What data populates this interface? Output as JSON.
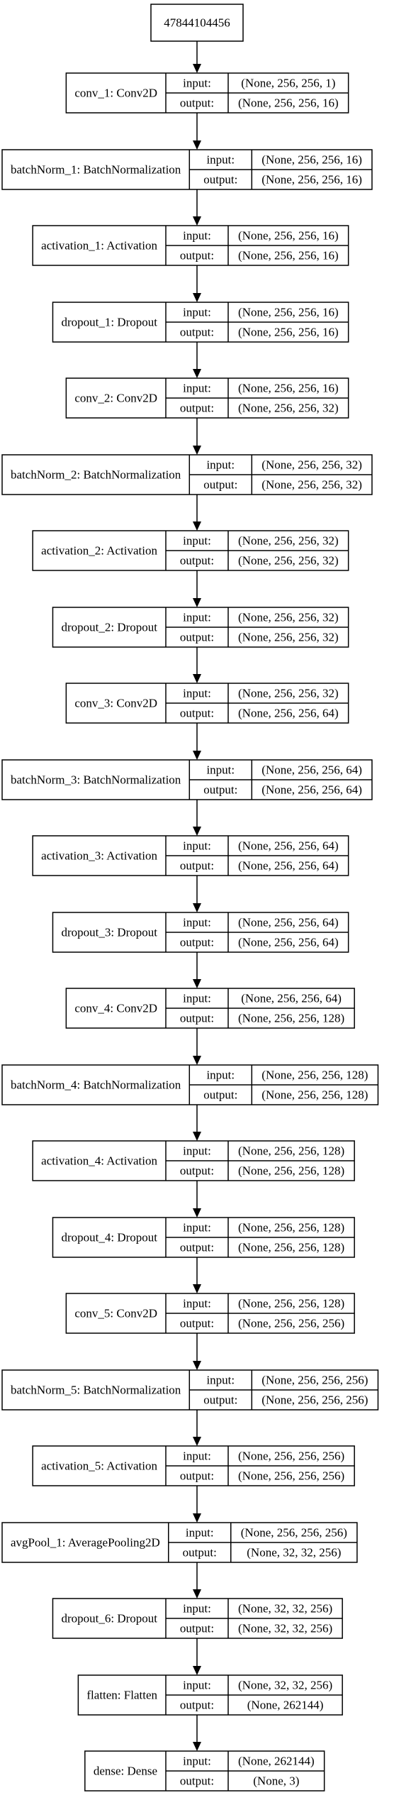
{
  "diagram": {
    "root": "47844104456",
    "port_labels": {
      "input": "input:",
      "output": "output:"
    },
    "layers": [
      {
        "label": "conv_1: Conv2D",
        "input": "(None, 256, 256, 1)",
        "output": "(None, 256, 256, 16)"
      },
      {
        "label": "batchNorm_1: BatchNormalization",
        "input": "(None, 256, 256, 16)",
        "output": "(None, 256, 256, 16)"
      },
      {
        "label": "activation_1: Activation",
        "input": "(None, 256, 256, 16)",
        "output": "(None, 256, 256, 16)"
      },
      {
        "label": "dropout_1: Dropout",
        "input": "(None, 256, 256, 16)",
        "output": "(None, 256, 256, 16)"
      },
      {
        "label": "conv_2: Conv2D",
        "input": "(None, 256, 256, 16)",
        "output": "(None, 256, 256, 32)"
      },
      {
        "label": "batchNorm_2: BatchNormalization",
        "input": "(None, 256, 256, 32)",
        "output": "(None, 256, 256, 32)"
      },
      {
        "label": "activation_2: Activation",
        "input": "(None, 256, 256, 32)",
        "output": "(None, 256, 256, 32)"
      },
      {
        "label": "dropout_2: Dropout",
        "input": "(None, 256, 256, 32)",
        "output": "(None, 256, 256, 32)"
      },
      {
        "label": "conv_3: Conv2D",
        "input": "(None, 256, 256, 32)",
        "output": "(None, 256, 256, 64)"
      },
      {
        "label": "batchNorm_3: BatchNormalization",
        "input": "(None, 256, 256, 64)",
        "output": "(None, 256, 256, 64)"
      },
      {
        "label": "activation_3: Activation",
        "input": "(None, 256, 256, 64)",
        "output": "(None, 256, 256, 64)"
      },
      {
        "label": "dropout_3: Dropout",
        "input": "(None, 256, 256, 64)",
        "output": "(None, 256, 256, 64)"
      },
      {
        "label": "conv_4: Conv2D",
        "input": "(None, 256, 256, 64)",
        "output": "(None, 256, 256, 128)"
      },
      {
        "label": "batchNorm_4: BatchNormalization",
        "input": "(None, 256, 256, 128)",
        "output": "(None, 256, 256, 128)"
      },
      {
        "label": "activation_4: Activation",
        "input": "(None, 256, 256, 128)",
        "output": "(None, 256, 256, 128)"
      },
      {
        "label": "dropout_4: Dropout",
        "input": "(None, 256, 256, 128)",
        "output": "(None, 256, 256, 128)"
      },
      {
        "label": "conv_5: Conv2D",
        "input": "(None, 256, 256, 128)",
        "output": "(None, 256, 256, 256)"
      },
      {
        "label": "batchNorm_5: BatchNormalization",
        "input": "(None, 256, 256, 256)",
        "output": "(None, 256, 256, 256)"
      },
      {
        "label": "activation_5: Activation",
        "input": "(None, 256, 256, 256)",
        "output": "(None, 256, 256, 256)"
      },
      {
        "label": "avgPool_1: AveragePooling2D",
        "input": "(None, 256, 256, 256)",
        "output": "(None, 32, 32, 256)"
      },
      {
        "label": "dropout_6: Dropout",
        "input": "(None, 32, 32, 256)",
        "output": "(None, 32, 32, 256)"
      },
      {
        "label": "flatten: Flatten",
        "input": "(None, 32, 32, 256)",
        "output": "(None, 262144)"
      },
      {
        "label": "dense: Dense",
        "input": "(None, 262144)",
        "output": "(None, 3)"
      }
    ]
  }
}
